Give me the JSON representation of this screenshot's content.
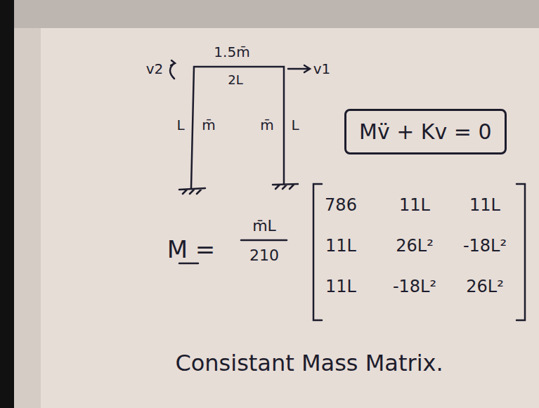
{
  "diagram": {
    "nodes": [
      {
        "text": [
          "Mv̈ + Kv = 0"
        ]
      }
    ],
    "labels": [
      "v2",
      "1.5m̄",
      "2L",
      "v1",
      "L",
      "m̄",
      "m̄",
      "L",
      "M =",
      "m̄L",
      "210",
      "786",
      "11L",
      "11L",
      "11L",
      "26L²",
      "-18L²",
      "11L",
      "-18L²",
      "26L²",
      "Consistant Mass Matrix."
    ]
  }
}
